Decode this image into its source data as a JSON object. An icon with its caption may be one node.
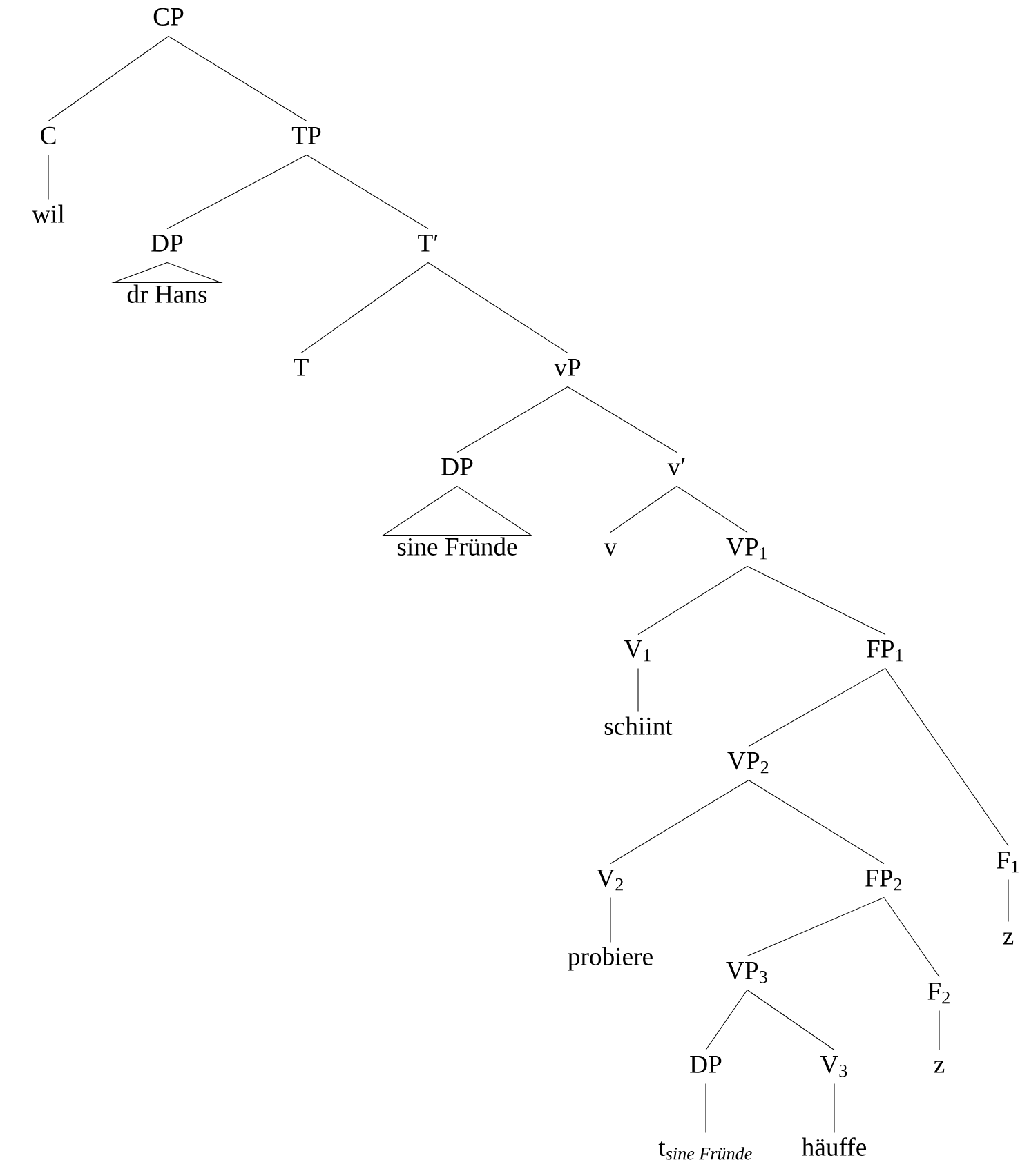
{
  "diagram": {
    "nodes": [
      {
        "text": [
          "CP"
        ]
      },
      {
        "text": [
          "C"
        ]
      },
      {
        "text": [
          "wil"
        ]
      },
      {
        "text": [
          "TP"
        ]
      },
      {
        "text": [
          "DP"
        ]
      },
      {
        "text": [
          "dr Hans"
        ]
      },
      {
        "text": [
          "T′"
        ]
      },
      {
        "text": [
          "T"
        ]
      },
      {
        "text": [
          "vP"
        ]
      },
      {
        "text": [
          "DP"
        ]
      },
      {
        "text": [
          "sine Fründe"
        ]
      },
      {
        "text": [
          "v′"
        ]
      },
      {
        "text": [
          "v"
        ]
      },
      {
        "text": [
          "VP$_{1}$"
        ]
      },
      {
        "text": [
          "V$_{1}$"
        ]
      },
      {
        "text": [
          "schiint"
        ]
      },
      {
        "text": [
          "FP$_{1}$"
        ]
      },
      {
        "text": [
          "VP$_{2}$"
        ]
      },
      {
        "text": [
          "F$_{1}$"
        ]
      },
      {
        "text": [
          "z"
        ]
      },
      {
        "text": [
          "V$_{2}$"
        ]
      },
      {
        "text": [
          "FP$_{2}$"
        ]
      },
      {
        "text": [
          "probiere"
        ]
      },
      {
        "text": [
          "VP$_{3}$"
        ]
      },
      {
        "text": [
          "F$_{2}$"
        ]
      },
      {
        "text": [
          "z"
        ]
      },
      {
        "text": [
          "DP"
        ]
      },
      {
        "text": [
          "V$_{3}$"
        ]
      },
      {
        "text": [
          "\\mathrm{t}_{\\textit{sine Fründe}}"
        ]
      },
      {
        "text": [
          "häuffe"
        ]
      }
    ],
    "edges": [
      {
        "from": 0,
        "to": 1,
        "arrow": "none"
      },
      {
        "from": 0,
        "to": 3,
        "arrow": "none"
      },
      {
        "from": 1,
        "to": 2,
        "arrow": "none"
      },
      {
        "from": 3,
        "to": 4,
        "arrow": "none"
      },
      {
        "from": 3,
        "to": 6,
        "arrow": "none"
      },
      {
        "from": 4,
        "to": 5,
        "arrow": "none"
      },
      {
        "from": 6,
        "to": 7,
        "arrow": "none"
      },
      {
        "from": 6,
        "to": 8,
        "arrow": "none"
      },
      {
        "from": 8,
        "to": 9,
        "arrow": "none"
      },
      {
        "from": 8,
        "to": 11,
        "arrow": "none"
      },
      {
        "from": 9,
        "to": 10,
        "arrow": "none"
      },
      {
        "from": 11,
        "to": 12,
        "arrow": "none"
      },
      {
        "from": 11,
        "to": 13,
        "arrow": "none"
      },
      {
        "from": 13,
        "to": 14,
        "arrow": "none"
      },
      {
        "from": 13,
        "to": 16,
        "arrow": "none"
      },
      {
        "from": 14,
        "to": 15,
        "arrow": "none"
      },
      {
        "from": 16,
        "to": 17,
        "arrow": "none"
      },
      {
        "from": 16,
        "to": 18,
        "arrow": "none"
      },
      {
        "from": 18,
        "to": 19,
        "arrow": "none"
      },
      {
        "from": 17,
        "to": 20,
        "arrow": "none"
      },
      {
        "from": 17,
        "to": 21,
        "arrow": "none"
      },
      {
        "from": 20,
        "to": 22,
        "arrow": "none"
      },
      {
        "from": 21,
        "to": 23,
        "arrow": "none"
      },
      {
        "from": 21,
        "to": 24,
        "arrow": "none"
      },
      {
        "from": 24,
        "to": 25,
        "arrow": "none"
      },
      {
        "from": 23,
        "to": 26,
        "arrow": "none"
      },
      {
        "from": 23,
        "to": 27,
        "arrow": "none"
      },
      {
        "from": 26,
        "to": 28,
        "arrow": "none"
      },
      {
        "from": 27,
        "to": 29,
        "arrow": "none"
      }
    ]
  }
}
